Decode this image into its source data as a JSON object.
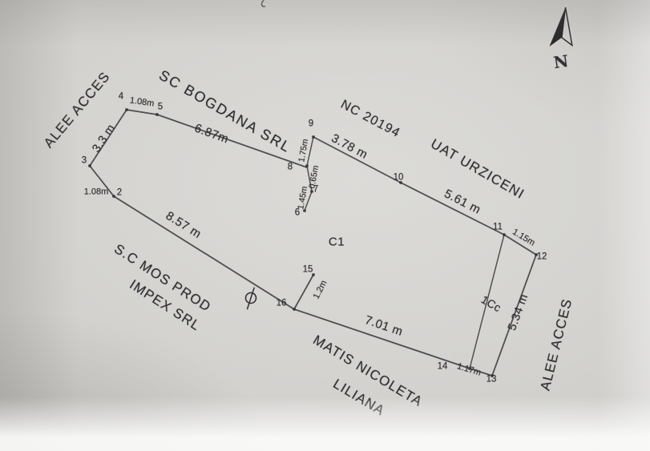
{
  "plan": {
    "neighbors": {
      "left_street": "ALEE ACCES",
      "top_left_parcel": "SC BOGDANA SRL",
      "top_parcel_nc": "NC 20194",
      "top_right_parcel": "UAT URZICENI",
      "right_street": "ALEE ACCES",
      "bottom_left_line1": "S.C MOS PROD",
      "bottom_left_line2": "IMPEX SRL",
      "bottom_right_line1": "MATIS NICOLETA",
      "bottom_right_line2": "LILIANA"
    },
    "features": {
      "building": "C1",
      "annex": "1Cc",
      "north_letter": "N"
    },
    "dimensions": {
      "e3_4": "3.3 m",
      "e4_5": "1.08m",
      "e2_3": "1.08m",
      "e5_8": "6.87m",
      "e9_10": "3.78 m",
      "e10_11": "5.61 m",
      "e11_12": "1.15m",
      "e12_13": "5.34 m",
      "e13_14": "1.17m",
      "e14_16": "7.01 m",
      "e15_16": "1.2m",
      "e2_16": "8.57 m",
      "e9_8": "1.75m",
      "e8_7": "0.65m",
      "e7_6": "1.45m"
    },
    "points": {
      "p2": "2",
      "p3": "3",
      "p4": "4",
      "p5": "5",
      "p6": "6",
      "p7": "7",
      "p8": "8",
      "p9": "9",
      "p10": "10",
      "p11": "11",
      "p12": "12",
      "p13": "13",
      "p14": "14",
      "p15": "15",
      "p16": "16"
    }
  }
}
